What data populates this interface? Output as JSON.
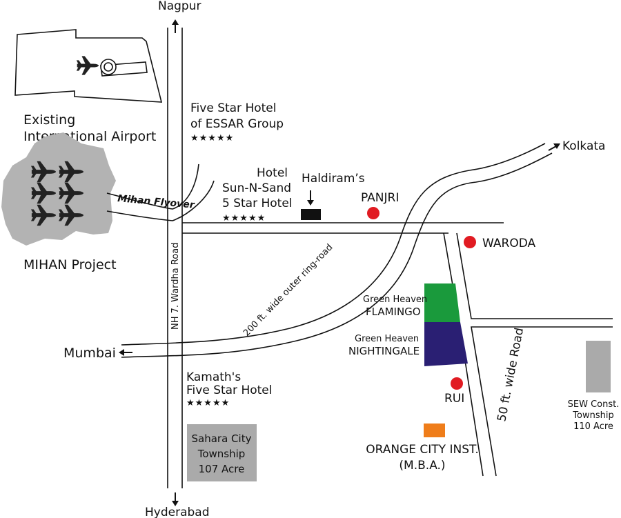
{
  "places": {
    "nagpur": "Nagpur",
    "hyderabad": "Hyderabad",
    "mumbai": "Mumbai",
    "kolkata": "Kolkata",
    "airport_line1": "Existing",
    "airport_line2": "International Airport",
    "mihan": "MIHAN Project",
    "flyover": "Mihan Flyover",
    "essar_line1": "Five Star Hotel",
    "essar_line2": "of ESSAR Group",
    "sunnsand_line1": "Hotel",
    "sunnsand_line2": "Sun-N-Sand",
    "sunnsand_line3": "5 Star Hotel",
    "haldiram": "Haldiram’s",
    "panjri": "PANJRI",
    "waroda": "WARODA",
    "nh7": "NH 7. Wardha Road",
    "ring_road": "200 ft. wide outer ring-road",
    "flamingo_line1": "Green Heaven",
    "flamingo_line2": "FLAMINGO",
    "nightingale_line1": "Green Heaven",
    "nightingale_line2": "NIGHTINGALE",
    "kamath_line1": "Kamath's",
    "kamath_line2": "Five Star Hotel",
    "rui": "RUI",
    "road_50ft": "50 ft. wide Road",
    "sahara_line1": "Sahara City",
    "sahara_line2": "Township",
    "sahara_line3": "107 Acre",
    "orange_line1": "ORANGE CITY INST.",
    "orange_line2": "(M.B.A.)",
    "sew_line1": "SEW Const.",
    "sew_line2": "Township",
    "sew_line3": "110 Acre",
    "stars": "★★★★★"
  },
  "colors": {
    "flamingo": "#1a9a3c",
    "nightingale": "#2a1f73",
    "marker": "#e11b22",
    "orange_city": "#ef7d1a",
    "township": "#aaaaaa",
    "mihan_area": "#b3b3b3",
    "plane": "#222222"
  },
  "icons": {
    "airport": "airplane-icon",
    "mihan": "airplane-icon",
    "locality": "red-dot-marker",
    "haldiram": "black-rectangle-marker"
  }
}
